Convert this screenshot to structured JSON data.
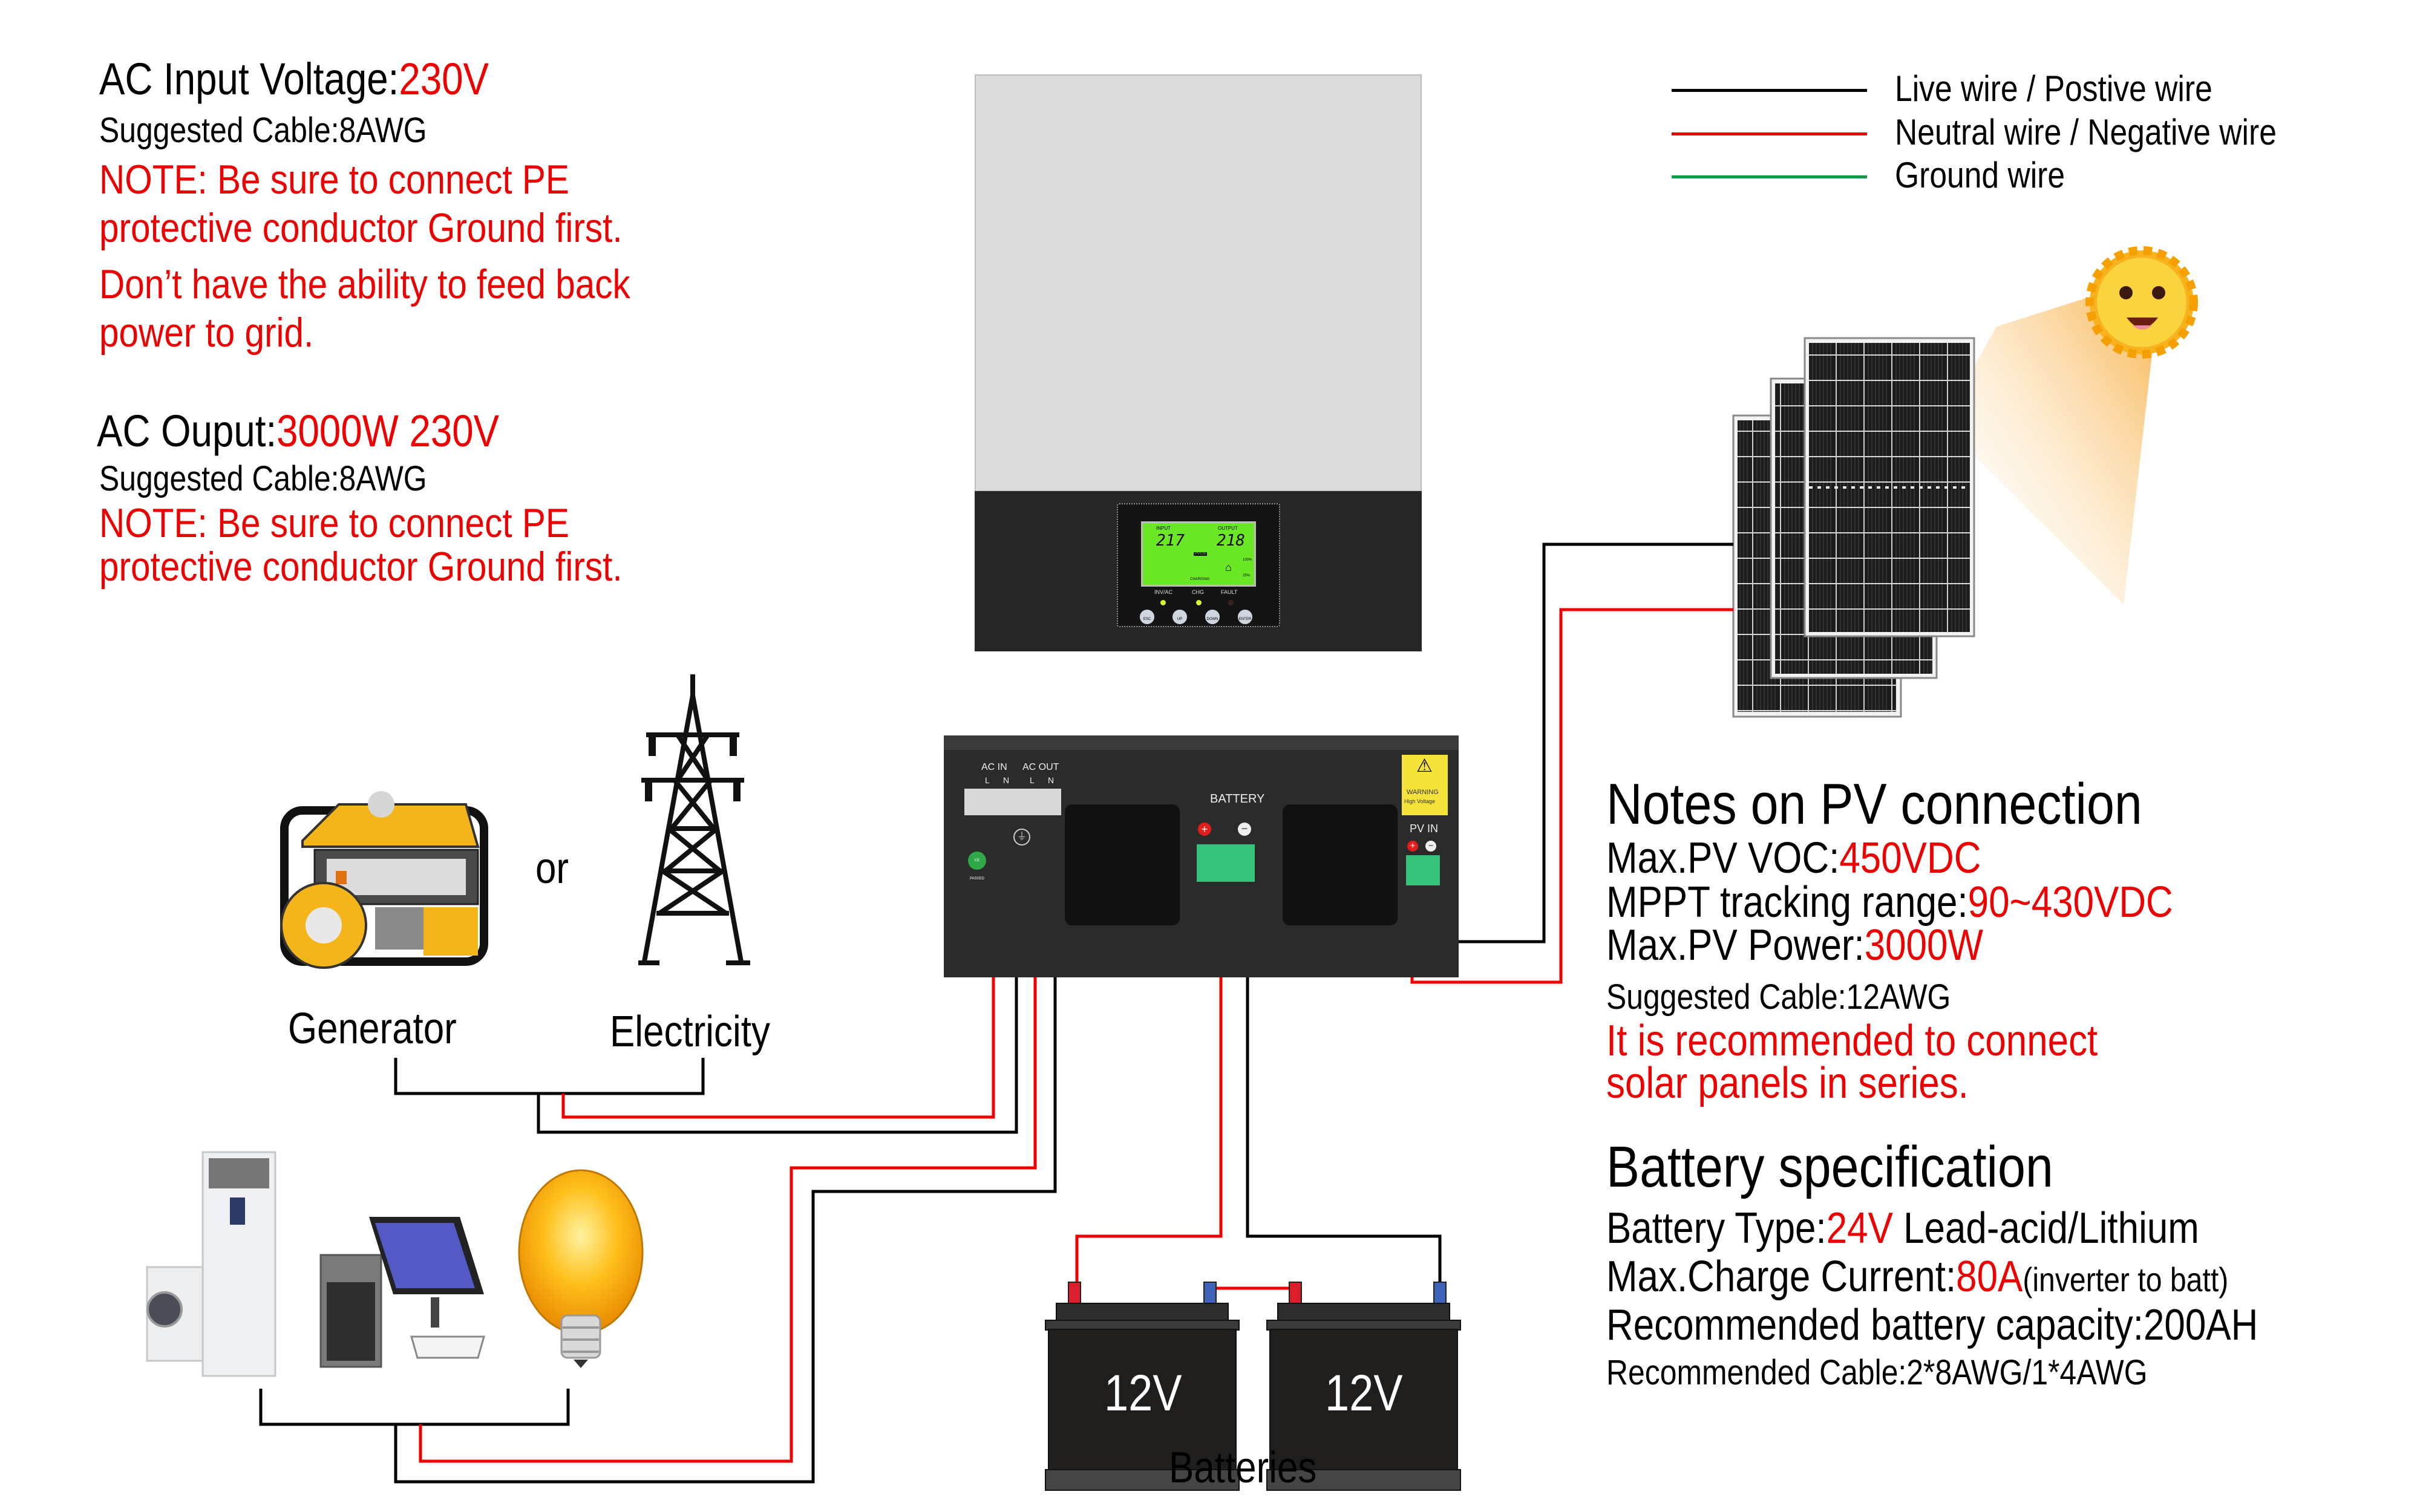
{
  "legend": {
    "items": [
      {
        "label": "Live wire / Postive wire",
        "color": "#000000"
      },
      {
        "label": "Neutral wire / Negative wire",
        "color": "#ee0000"
      },
      {
        "label": "Ground wire",
        "color": "#119944"
      }
    ]
  },
  "ac_input": {
    "label": "AC Input Voltage:",
    "value": "230V",
    "cable": "Suggested Cable:8AWG",
    "note_lines": [
      "NOTE: Be sure to connect PE",
      "protective conductor Ground first."
    ],
    "warning_lines": [
      "Don’t have the ability to feed back",
      "power to grid."
    ]
  },
  "ac_output": {
    "label": "AC Ouput:",
    "value": "3000W 230V",
    "cable": "Suggested Cable:8AWG",
    "note_lines": [
      "NOTE: Be sure to connect PE",
      "protective conductor Ground first."
    ]
  },
  "pv_notes": {
    "heading": "Notes on PV connection",
    "rows": [
      {
        "label": "Max.PV VOC:",
        "value": "450VDC"
      },
      {
        "label": "MPPT tracking range:",
        "value": "90~430VDC"
      },
      {
        "label": "Max.PV Power:",
        "value": "3000W"
      }
    ],
    "cable": "Suggested Cable:12AWG",
    "recommendation_lines": [
      "It is recommended to connect",
      "solar panels in series."
    ]
  },
  "battery_spec": {
    "heading": "Battery specification",
    "type_label": "Battery Type:",
    "type_value": "24V",
    "type_suffix": " Lead-acid/Lithium",
    "charge_label": "Max.Charge Current:",
    "charge_value": "80A",
    "charge_suffix": "(inverter to batt)",
    "capacity": "Recommended battery capacity:200AH",
    "cable": "Recommended Cable:2*8AWG/1*4AWG"
  },
  "sources": {
    "generator_label": "Generator",
    "or_label": "or",
    "electricity_label": "Electricity"
  },
  "batteries": {
    "units": [
      "12V",
      "12V"
    ],
    "label": "Batteries"
  },
  "inverter": {
    "lcd": {
      "input_label": "INPUT",
      "input_value": "217",
      "output_label": "OUTPUT",
      "output_value": "218",
      "mode_tag": "PV100",
      "charging_label": "CHARGING",
      "load_top": "100%",
      "load_bottom": "25%"
    },
    "indicators": [
      {
        "label": "INV/AC",
        "state": "on"
      },
      {
        "label": "CHG",
        "state": "on"
      },
      {
        "label": "FAULT",
        "state": "off"
      }
    ],
    "buttons": [
      "ESC",
      "UP",
      "DOWN",
      "ENTER"
    ]
  },
  "terminal_panel": {
    "ac_in_label": "AC IN",
    "ac_out_label": "AC OUT",
    "terminal_letters": [
      "L",
      "N",
      "L",
      "N"
    ],
    "battery_label": "BATTERY",
    "pv_in_label": "PV IN",
    "warning_title": "WARNING",
    "warning_sub": "High Voltage",
    "ce_label": "CE PASSED"
  }
}
